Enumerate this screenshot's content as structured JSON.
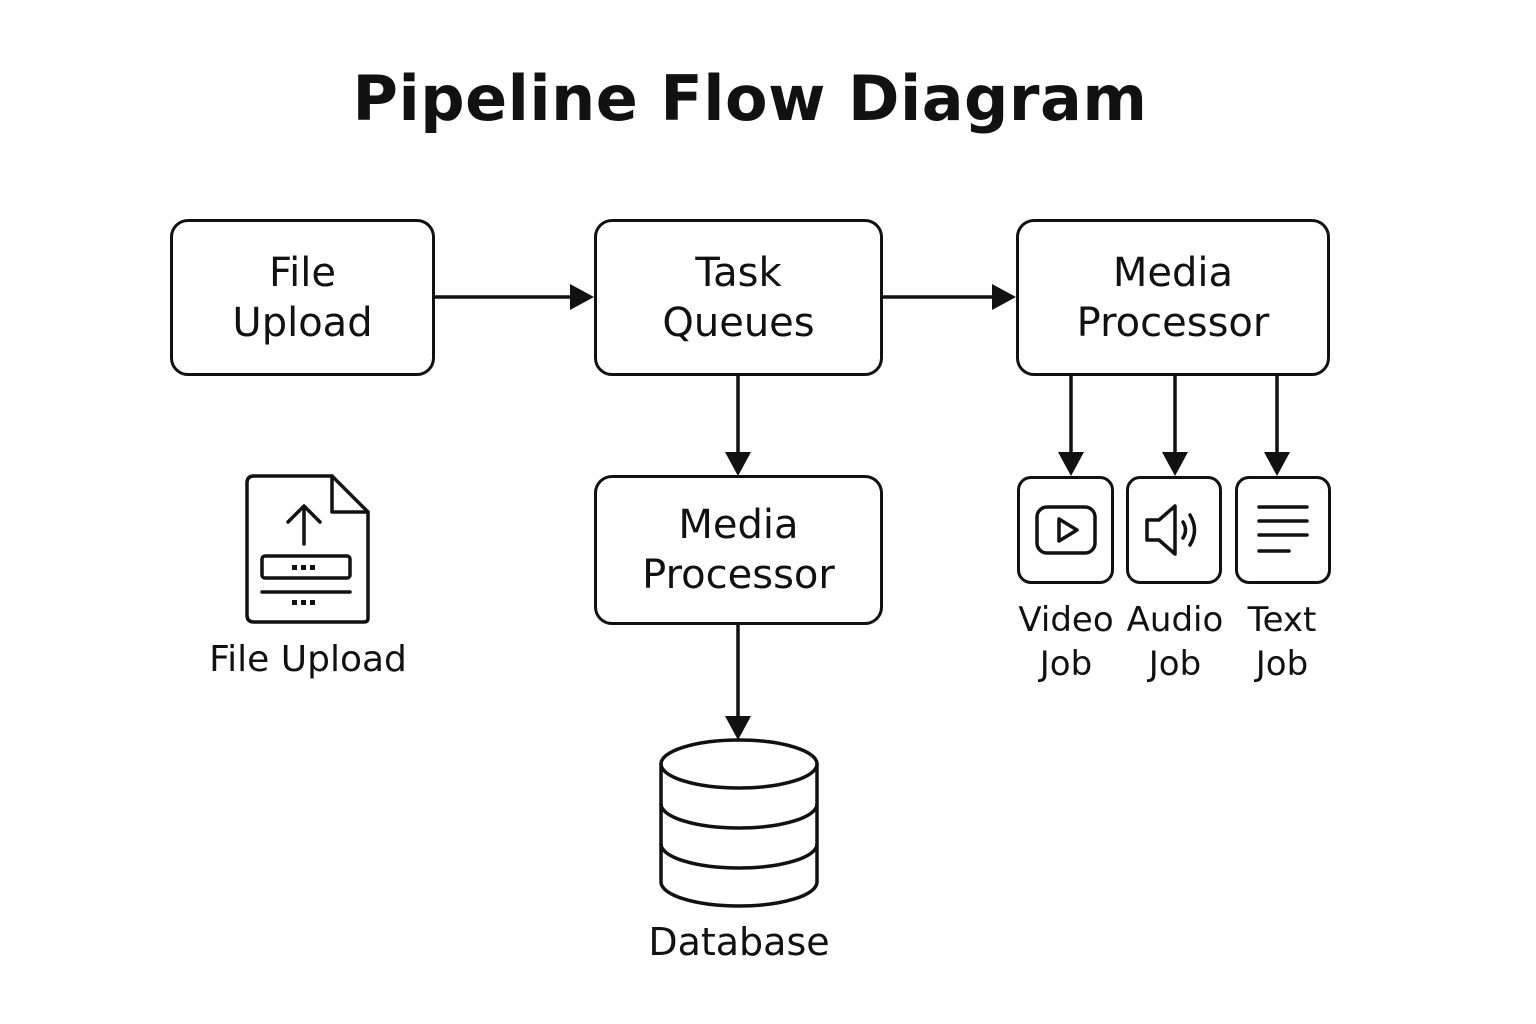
{
  "title": "Pipeline Flow Diagram",
  "nodes": {
    "file_upload": {
      "line1": "File",
      "line2": "Upload"
    },
    "task_queues": {
      "line1": "Task",
      "line2": "Queues"
    },
    "media_processor_top": {
      "line1": "Media",
      "line2": "Processor"
    },
    "media_processor_mid": {
      "line1": "Media",
      "line2": "Processor"
    }
  },
  "icons": {
    "file_upload": {
      "icon": "file-upload-icon",
      "label": "File Upload"
    },
    "database": {
      "icon": "database-icon",
      "label": "Database"
    },
    "jobs": [
      {
        "icon": "video-icon",
        "line1": "Video",
        "line2": "Job"
      },
      {
        "icon": "audio-icon",
        "line1": "Audio",
        "line2": "Job"
      },
      {
        "icon": "text-icon",
        "line1": "Text",
        "line2": "Job"
      }
    ]
  },
  "colors": {
    "stroke": "#111111",
    "background": "#ffffff"
  }
}
